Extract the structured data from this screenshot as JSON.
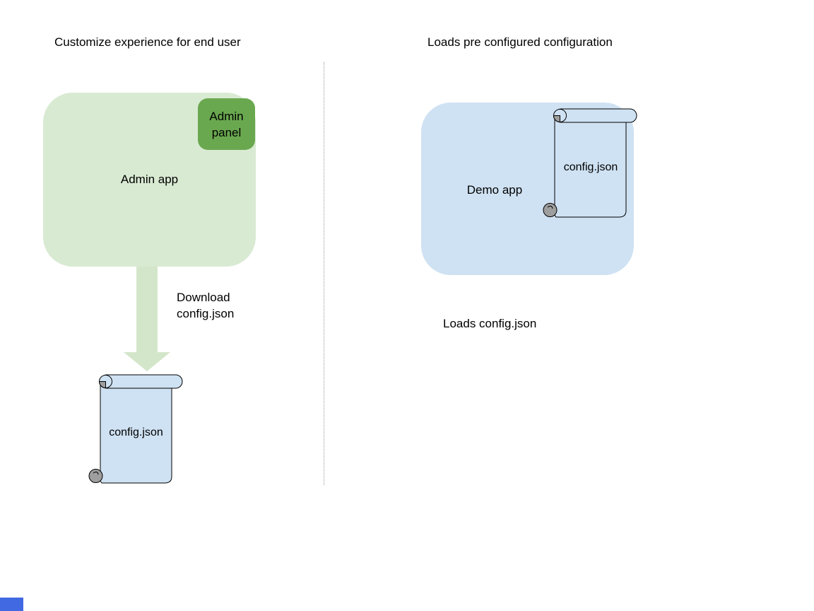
{
  "colors": {
    "app_green": "#d9ead3",
    "panel_green": "#6aa84f",
    "arrow_green": "#d4e6ca",
    "file_blue": "#cfe2f3",
    "curl_gray": "#9e9e9e",
    "outline": "#000000",
    "divider_gray": "#999999",
    "marker_blue": "#4169e1"
  },
  "left": {
    "title": "Customize experience for end user",
    "admin_app_label": "Admin app",
    "admin_panel_label": "Admin panel",
    "download_caption": "Download config.json",
    "config_file_label": "config.json"
  },
  "right": {
    "title": "Loads pre configured configuration",
    "demo_app_label": "Demo app",
    "config_file_label": "config.json",
    "loads_caption": "Loads config.json"
  }
}
